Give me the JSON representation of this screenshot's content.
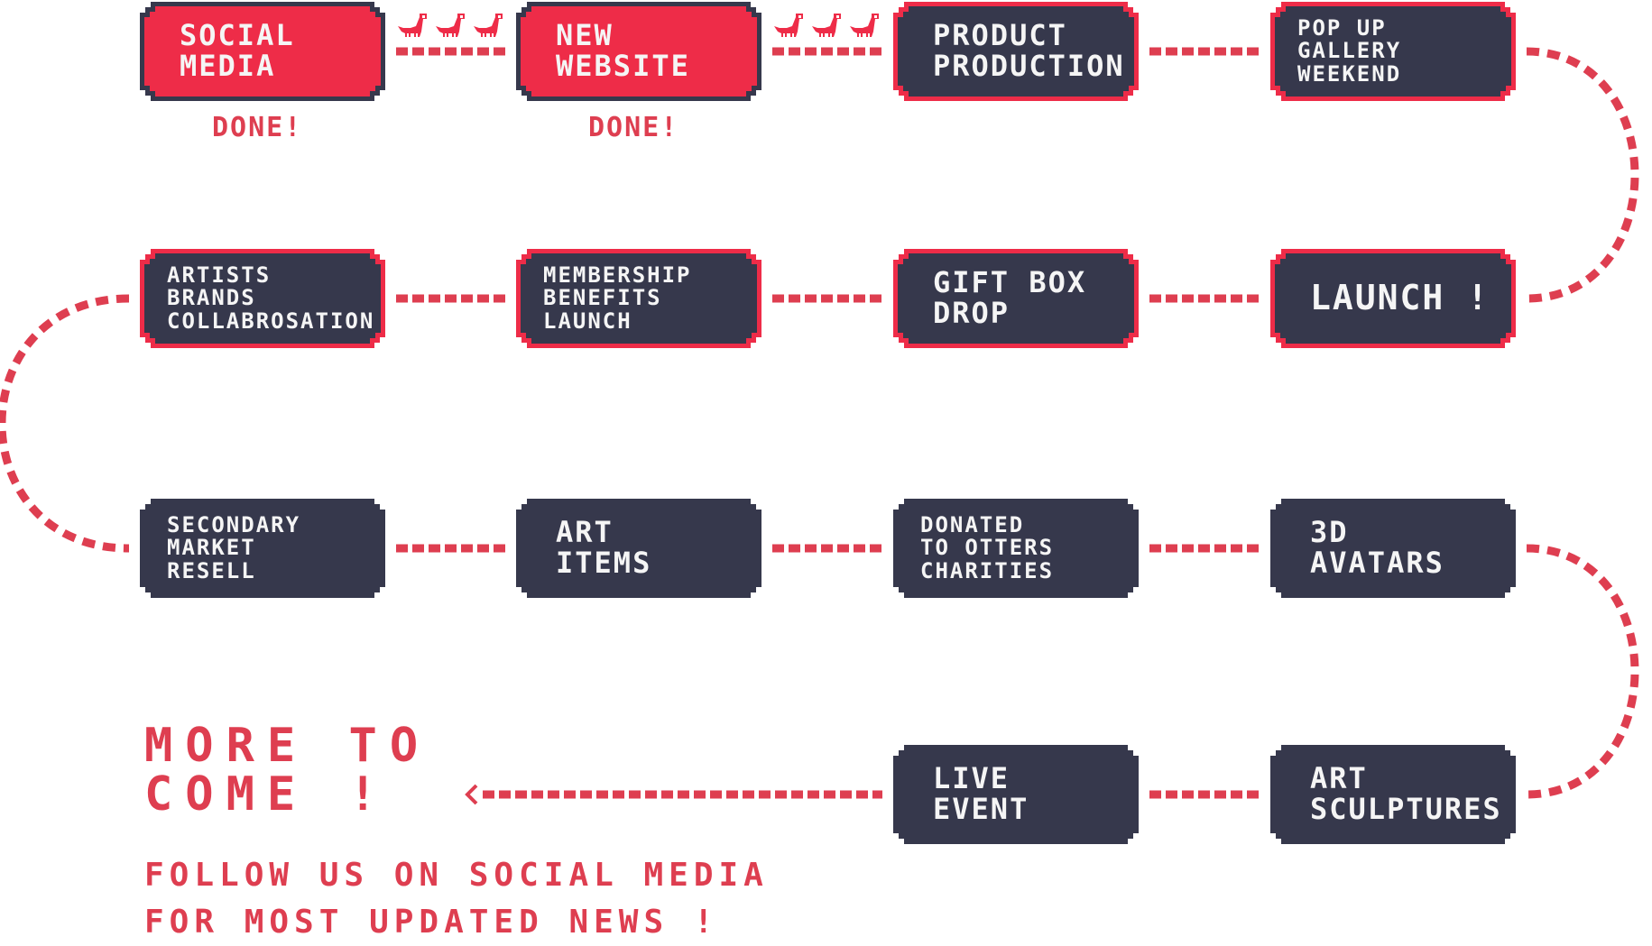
{
  "colors": {
    "accent": "#ee2c48",
    "dash": "#de3e50",
    "box": "#36384c",
    "text": "#f5f5f5",
    "background": "#ffffff"
  },
  "roadmap": {
    "rows": [
      [
        {
          "lines": [
            "Social",
            "Media"
          ],
          "status": "done",
          "done_label": "DONE!"
        },
        {
          "lines": [
            "New",
            "Website"
          ],
          "status": "done",
          "done_label": "DONE!"
        },
        {
          "lines": [
            "Product",
            "Production"
          ],
          "status": "current"
        },
        {
          "lines": [
            "Pop Up",
            "Gallery",
            "Weekend"
          ],
          "status": "current"
        }
      ],
      [
        {
          "lines": [
            "Launch !"
          ],
          "status": "current"
        },
        {
          "lines": [
            "Gift Box",
            "Drop"
          ],
          "status": "current"
        },
        {
          "lines": [
            "Membership",
            "Benefits",
            "Launch"
          ],
          "status": "current"
        },
        {
          "lines": [
            "Artists",
            "Brands",
            "Collabrosation"
          ],
          "status": "current"
        }
      ],
      [
        {
          "lines": [
            "Secondary",
            "Market",
            "Resell"
          ],
          "status": "planned"
        },
        {
          "lines": [
            "Art",
            "Items"
          ],
          "status": "planned"
        },
        {
          "lines": [
            "Donated",
            "to Otters",
            "Charities"
          ],
          "status": "planned"
        },
        {
          "lines": [
            "3D",
            "Avatars"
          ],
          "status": "planned"
        }
      ],
      [
        {
          "lines": [
            "Art",
            "Sculptures"
          ],
          "status": "planned"
        },
        {
          "lines": [
            "Live",
            "Event"
          ],
          "status": "planned"
        }
      ]
    ],
    "progress_icons": "dinosaur-icon"
  },
  "footer": {
    "more_line1": "MORE TO",
    "more_line2": "COME !",
    "follow_line1": "FOLLOW US ON SOCIAL MEDIA",
    "follow_line2": "FOR MOST UPDATED NEWS !"
  }
}
